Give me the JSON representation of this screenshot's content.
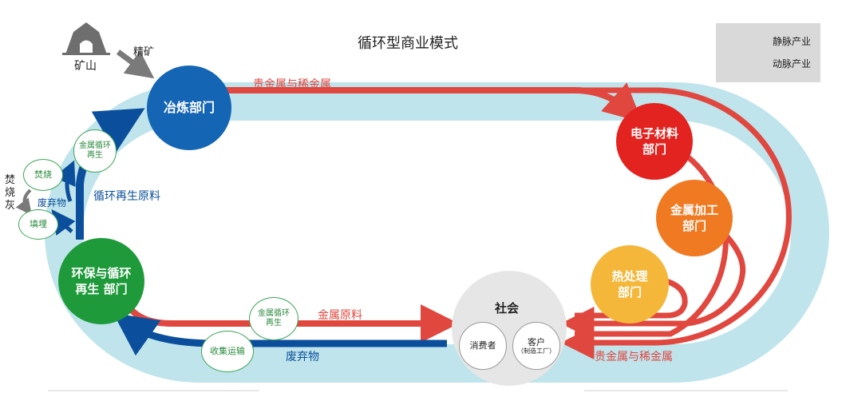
{
  "title": "循环型商业模式",
  "legend": {
    "static": "静脉产业",
    "dynamic": "动脉产业"
  },
  "mine": {
    "label": "矿山",
    "flow_label": "精矿"
  },
  "nodes": {
    "smelting": "冶炼部门",
    "electronics_l1": "电子材料",
    "electronics_l2": "部门",
    "metal_l1": "金属加工",
    "metal_l2": "部门",
    "heat_l1": "热处理",
    "heat_l2": "部门",
    "society": "社会",
    "consumer": "消费者",
    "customer_l1": "客户",
    "customer_l2": "（制造工厂）",
    "env_l1": "环保与循环",
    "env_l2": "再生 部门"
  },
  "bubbles": {
    "metal_recycle_top_l1": "金属循环",
    "metal_recycle_top_l2": "再生",
    "metal_recycle_bottom_l1": "金属循环",
    "metal_recycle_bottom_l2": "再生",
    "incineration": "焚烧",
    "landfill": "填埋",
    "collection": "收集运输"
  },
  "flow_labels": {
    "precious_top": "贵金属与稀金属",
    "precious_bottom": "贵金属与稀金属",
    "metal_material": "金属原料",
    "waste_bottom": "废弃物",
    "waste_left": "废弃物",
    "recycled_material": "循环再生原料",
    "incineration_ash_1": "焚",
    "incineration_ash_2": "烧",
    "incineration_ash_3": "灰"
  },
  "colors": {
    "track": "#bfe4ec",
    "red_flow": "#e0473f",
    "blue_flow": "#0b4f9c",
    "smelting": "#1565b5",
    "electronics": "#e3231f",
    "metal": "#f07a22",
    "heat": "#f4b73a",
    "env": "#1e9a3a",
    "society": "#e6e6e6"
  }
}
